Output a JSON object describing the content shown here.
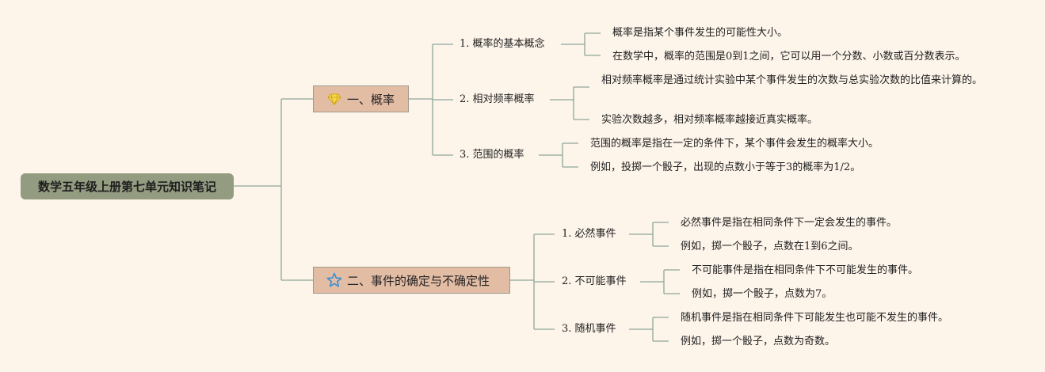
{
  "root": {
    "title": "数学五年级上册第七单元知识笔记"
  },
  "sections": [
    {
      "title": "一、概率",
      "icon": "diamond-icon",
      "items": [
        {
          "label": "1. 概率的基本概念",
          "leaves": [
            "概率是指某个事件发生的可能性大小。",
            "在数学中，概率的范围是0到1之间，它可以用一个分数、小数或百分数表示。"
          ]
        },
        {
          "label": "2. 相对频率概率",
          "leaves": [
            "相对频率概率是通过统计实验中某个事件发生的次数与总实验次数的比值来计算的。",
            "实验次数越多，相对频率概率越接近真实概率。"
          ]
        },
        {
          "label": "3. 范围的概率",
          "leaves": [
            "范围的概率是指在一定的条件下，某个事件会发生的概率大小。",
            "例如，投掷一个骰子，出现的点数小于等于3的概率为1/2。"
          ]
        }
      ]
    },
    {
      "title": "二、事件的确定与不确定性",
      "icon": "star-icon",
      "items": [
        {
          "label": "1. 必然事件",
          "leaves": [
            "必然事件是指在相同条件下一定会发生的事件。",
            "例如，掷一个骰子，点数在1到6之间。"
          ]
        },
        {
          "label": "2. 不可能事件",
          "leaves": [
            "不可能事件是指在相同条件下不可能发生的事件。",
            "例如，掷一个骰子，点数为7。"
          ]
        },
        {
          "label": "3. 随机事件",
          "leaves": [
            "随机事件是指在相同条件下可能发生也可能不发生的事件。",
            "例如，掷一个骰子，点数为奇数。"
          ]
        }
      ]
    }
  ],
  "colors": {
    "background": "#fdf4ea",
    "root": "#939b80",
    "section": "#e3bca4",
    "line": "#8fa79a"
  }
}
